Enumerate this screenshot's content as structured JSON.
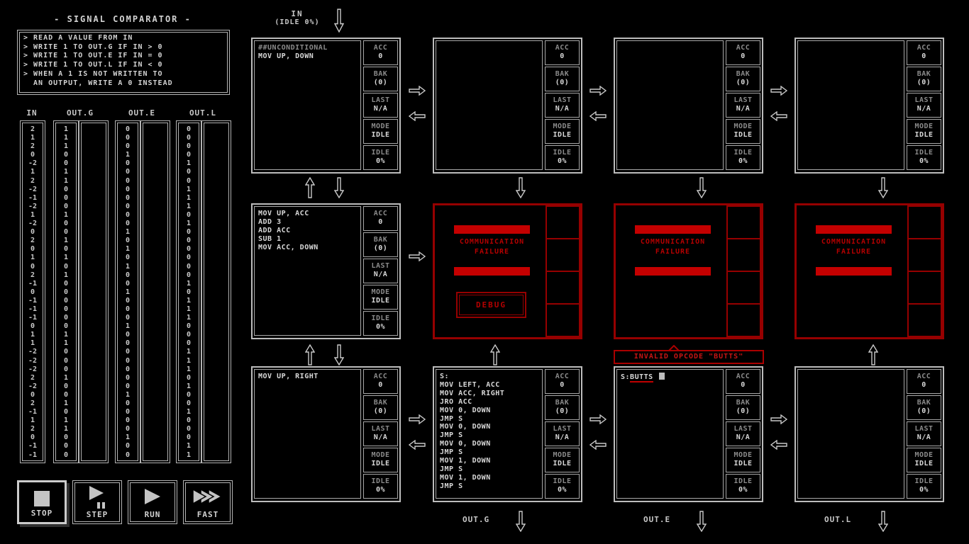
{
  "colors": {
    "background": "#000000",
    "ui_light": "#b4b4b4",
    "text_bright": "#d8d8d8",
    "text_dim": "#8a8a8a",
    "red_bright": "#c40000",
    "red_border": "#960000"
  },
  "puzzle": {
    "title": "- SIGNAL COMPARATOR -",
    "description": [
      "> READ A VALUE FROM IN",
      "> WRITE 1 TO OUT.G IF IN > 0",
      "> WRITE 1 TO OUT.E IF IN = 0",
      "> WRITE 1 TO OUT.L IF IN < 0",
      "> WHEN A 1 IS NOT WRITTEN TO",
      "  AN OUTPUT, WRITE A 0 INSTEAD"
    ]
  },
  "io_table": {
    "in": {
      "header": "IN",
      "values": [
        2,
        1,
        2,
        0,
        -2,
        1,
        2,
        -2,
        -1,
        -2,
        1,
        -2,
        0,
        2,
        0,
        1,
        0,
        2,
        -1,
        0,
        -1,
        -1,
        -1,
        0,
        1,
        1,
        -2,
        -2,
        -2,
        2,
        -2,
        0,
        2,
        -1,
        1,
        2,
        0,
        -1,
        -1
      ]
    },
    "outputs": [
      {
        "header": "OUT.G",
        "expected": [
          1,
          1,
          1,
          0,
          0,
          1,
          1,
          0,
          0,
          0,
          1,
          0,
          0,
          1,
          0,
          1,
          0,
          1,
          0,
          0,
          0,
          0,
          0,
          0,
          1,
          1,
          0,
          0,
          0,
          1,
          0,
          0,
          1,
          0,
          1,
          1,
          0,
          0,
          0
        ],
        "actual": []
      },
      {
        "header": "OUT.E",
        "expected": [
          0,
          0,
          0,
          1,
          0,
          0,
          0,
          0,
          0,
          0,
          0,
          0,
          1,
          0,
          1,
          0,
          1,
          0,
          0,
          1,
          0,
          0,
          0,
          1,
          0,
          0,
          0,
          0,
          0,
          0,
          0,
          1,
          0,
          0,
          0,
          0,
          1,
          0,
          0
        ],
        "actual": []
      },
      {
        "header": "OUT.L",
        "expected": [
          0,
          0,
          0,
          0,
          1,
          0,
          0,
          1,
          1,
          1,
          0,
          1,
          0,
          0,
          0,
          0,
          0,
          0,
          1,
          0,
          1,
          1,
          1,
          0,
          0,
          0,
          1,
          1,
          1,
          0,
          1,
          0,
          0,
          1,
          0,
          0,
          0,
          1,
          1
        ],
        "actual": []
      }
    ]
  },
  "streams": {
    "input": {
      "name": "IN",
      "status": "(IDLE 0%)"
    },
    "outputs": [
      "OUT.G",
      "OUT.E",
      "OUT.L"
    ]
  },
  "register_labels": {
    "acc": "ACC",
    "bak": "BAK",
    "last": "LAST",
    "mode": "MODE",
    "idle": "IDLE"
  },
  "nodes": [
    {
      "type": "code",
      "code": [
        "##UNCONDITIONAL",
        "MOV UP, DOWN"
      ],
      "regs": {
        "acc": "0",
        "bak": "(0)",
        "last": "N/A",
        "mode": "IDLE",
        "idle": "0%"
      }
    },
    {
      "type": "code",
      "code": [],
      "regs": {
        "acc": "0",
        "bak": "(0)",
        "last": "N/A",
        "mode": "IDLE",
        "idle": "0%"
      }
    },
    {
      "type": "code",
      "code": [],
      "regs": {
        "acc": "0",
        "bak": "(0)",
        "last": "N/A",
        "mode": "IDLE",
        "idle": "0%"
      }
    },
    {
      "type": "code",
      "code": [],
      "regs": {
        "acc": "0",
        "bak": "(0)",
        "last": "N/A",
        "mode": "IDLE",
        "idle": "0%"
      }
    },
    {
      "type": "code",
      "code": [
        "MOV UP, ACC",
        "ADD 3",
        "ADD ACC",
        "SUB 1",
        "MOV ACC, DOWN"
      ],
      "regs": {
        "acc": "0",
        "bak": "(0)",
        "last": "N/A",
        "mode": "IDLE",
        "idle": "0%"
      }
    },
    {
      "type": "failure",
      "debug": true
    },
    {
      "type": "failure",
      "debug": false
    },
    {
      "type": "failure",
      "debug": false
    },
    {
      "type": "code",
      "code": [
        "MOV UP, RIGHT"
      ],
      "regs": {
        "acc": "0",
        "bak": "(0)",
        "last": "N/A",
        "mode": "IDLE",
        "idle": "0%"
      }
    },
    {
      "type": "code",
      "code": [
        "S:",
        "MOV LEFT, ACC",
        "MOV ACC, RIGHT",
        "JRO ACC",
        "MOV 0, DOWN",
        "JMP S",
        "MOV 0, DOWN",
        "JMP S",
        "MOV 0, DOWN",
        "JMP S",
        "MOV 1, DOWN",
        "JMP S",
        "MOV 1, DOWN",
        "JMP S"
      ],
      "regs": {
        "acc": "0",
        "bak": "(0)",
        "last": "N/A",
        "mode": "IDLE",
        "idle": "0%"
      }
    },
    {
      "type": "code",
      "code": [],
      "error_line": {
        "prefix": "S:",
        "bad": "BUTTS"
      },
      "regs": {
        "acc": "0",
        "bak": "(0)",
        "last": "N/A",
        "mode": "IDLE",
        "idle": "0%"
      }
    },
    {
      "type": "code",
      "code": [],
      "regs": {
        "acc": "0",
        "bak": "(0)",
        "last": "N/A",
        "mode": "IDLE",
        "idle": "0%"
      }
    }
  ],
  "failure_panel": {
    "line1": "COMMUNICATION",
    "line2": "FAILURE",
    "debug_label": "DEBUG"
  },
  "error_tooltip": {
    "text": "INVALID OPCODE \"BUTTS\""
  },
  "controls": [
    {
      "label": "STOP",
      "icon": "stop-icon",
      "active": true
    },
    {
      "label": "STEP",
      "icon": "step-icon",
      "active": false
    },
    {
      "label": "RUN",
      "icon": "run-icon",
      "active": false
    },
    {
      "label": "FAST",
      "icon": "fast-icon",
      "active": false
    }
  ]
}
